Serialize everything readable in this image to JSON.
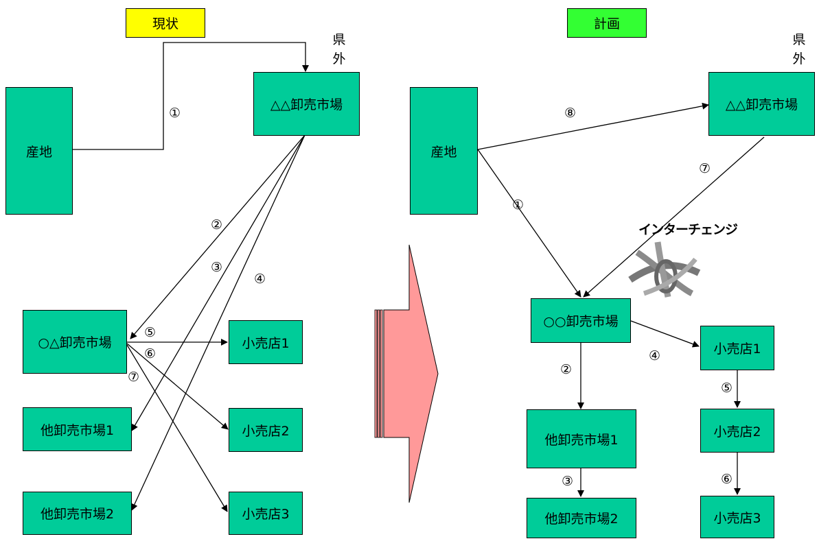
{
  "current": {
    "header": "現状",
    "pref_outside": "県外",
    "nodes": {
      "production": "産地",
      "aa_market": "△△卸売市場",
      "oa_market": "○△卸売市場",
      "other_market1": "他卸売市場1",
      "other_market2": "他卸売市場2",
      "retail1": "小売店1",
      "retail2": "小売店2",
      "retail3": "小売店3"
    },
    "flow_labels": [
      "①",
      "②",
      "③",
      "④",
      "⑤",
      "⑥",
      "⑦"
    ]
  },
  "plan": {
    "header": "計画",
    "pref_outside": "県外",
    "nodes": {
      "production": "産地",
      "aa_market": "△△卸売市場",
      "oo_market": "○○卸売市場",
      "other_market1": "他卸売市場1",
      "other_market2": "他卸売市場2",
      "retail1": "小売店1",
      "retail2": "小売店2",
      "retail3": "小売店3"
    },
    "flow_labels": [
      "⑧",
      "⑦",
      "①",
      "②",
      "③",
      "④",
      "⑤",
      "⑥"
    ],
    "interchange_label": "インターチェンジ"
  },
  "colors": {
    "node_fill": "#00cc99",
    "current_header_fill": "#ffff00",
    "plan_header_fill": "#33ff33",
    "transition_arrow_fill": "#ff9999"
  }
}
